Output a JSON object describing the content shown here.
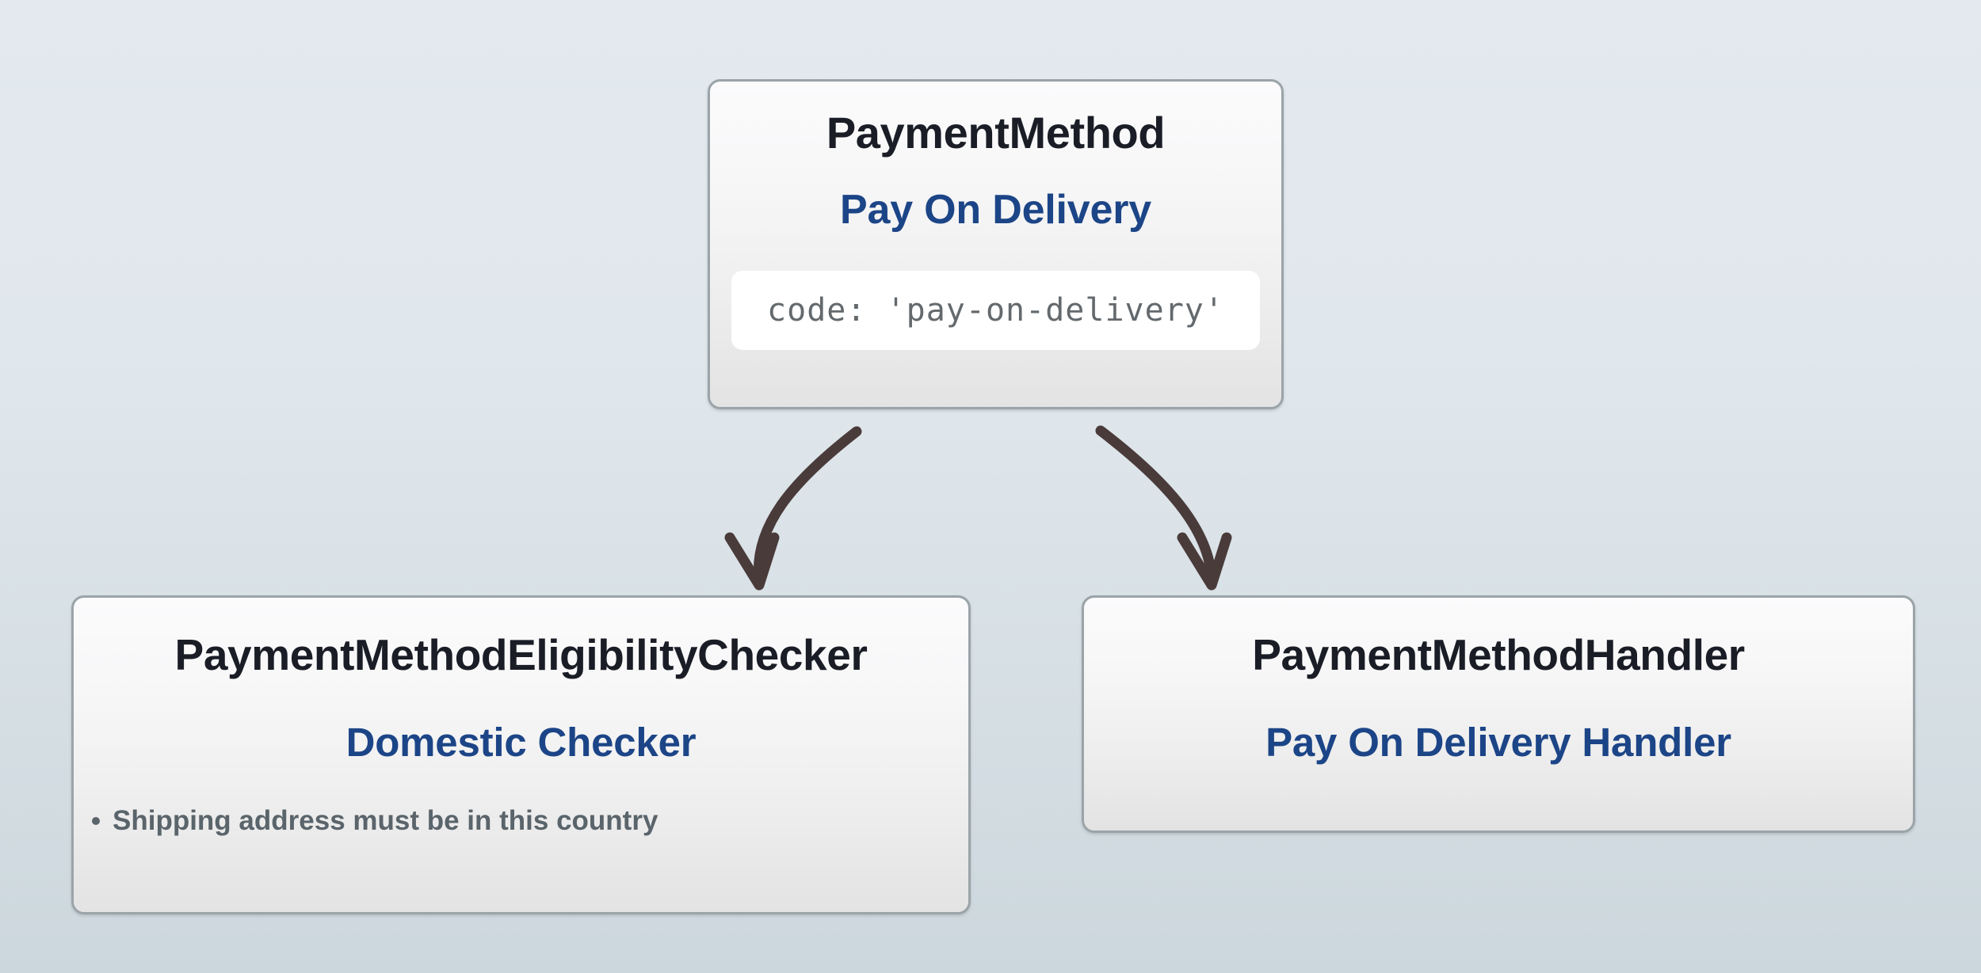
{
  "diagram": {
    "background_top_color": "#e3e9ee",
    "background_bottom_color": "#ccd7dd",
    "accent_color": "#1c4587",
    "title_color": "#1a1d26",
    "arrow_color": "#4a3b3b",
    "node_border_color": "#9ba4a8"
  },
  "nodes": {
    "payment_method": {
      "type_label": "PaymentMethod",
      "name_label": "Pay On Delivery",
      "code_line": "code: 'pay-on-delivery'"
    },
    "eligibility_checker": {
      "type_label": "PaymentMethodEligibilityChecker",
      "name_label": "Domestic Checker",
      "criteria": [
        "Shipping address must be in this country"
      ]
    },
    "payment_handler": {
      "type_label": "PaymentMethodHandler",
      "name_label": "Pay On Delivery Handler"
    }
  },
  "connectors": [
    {
      "name": "payment-method-to-eligibility-checker",
      "from": "payment_method",
      "to": "eligibility_checker"
    },
    {
      "name": "payment-method-to-payment-handler",
      "from": "payment_method",
      "to": "payment_handler"
    }
  ]
}
